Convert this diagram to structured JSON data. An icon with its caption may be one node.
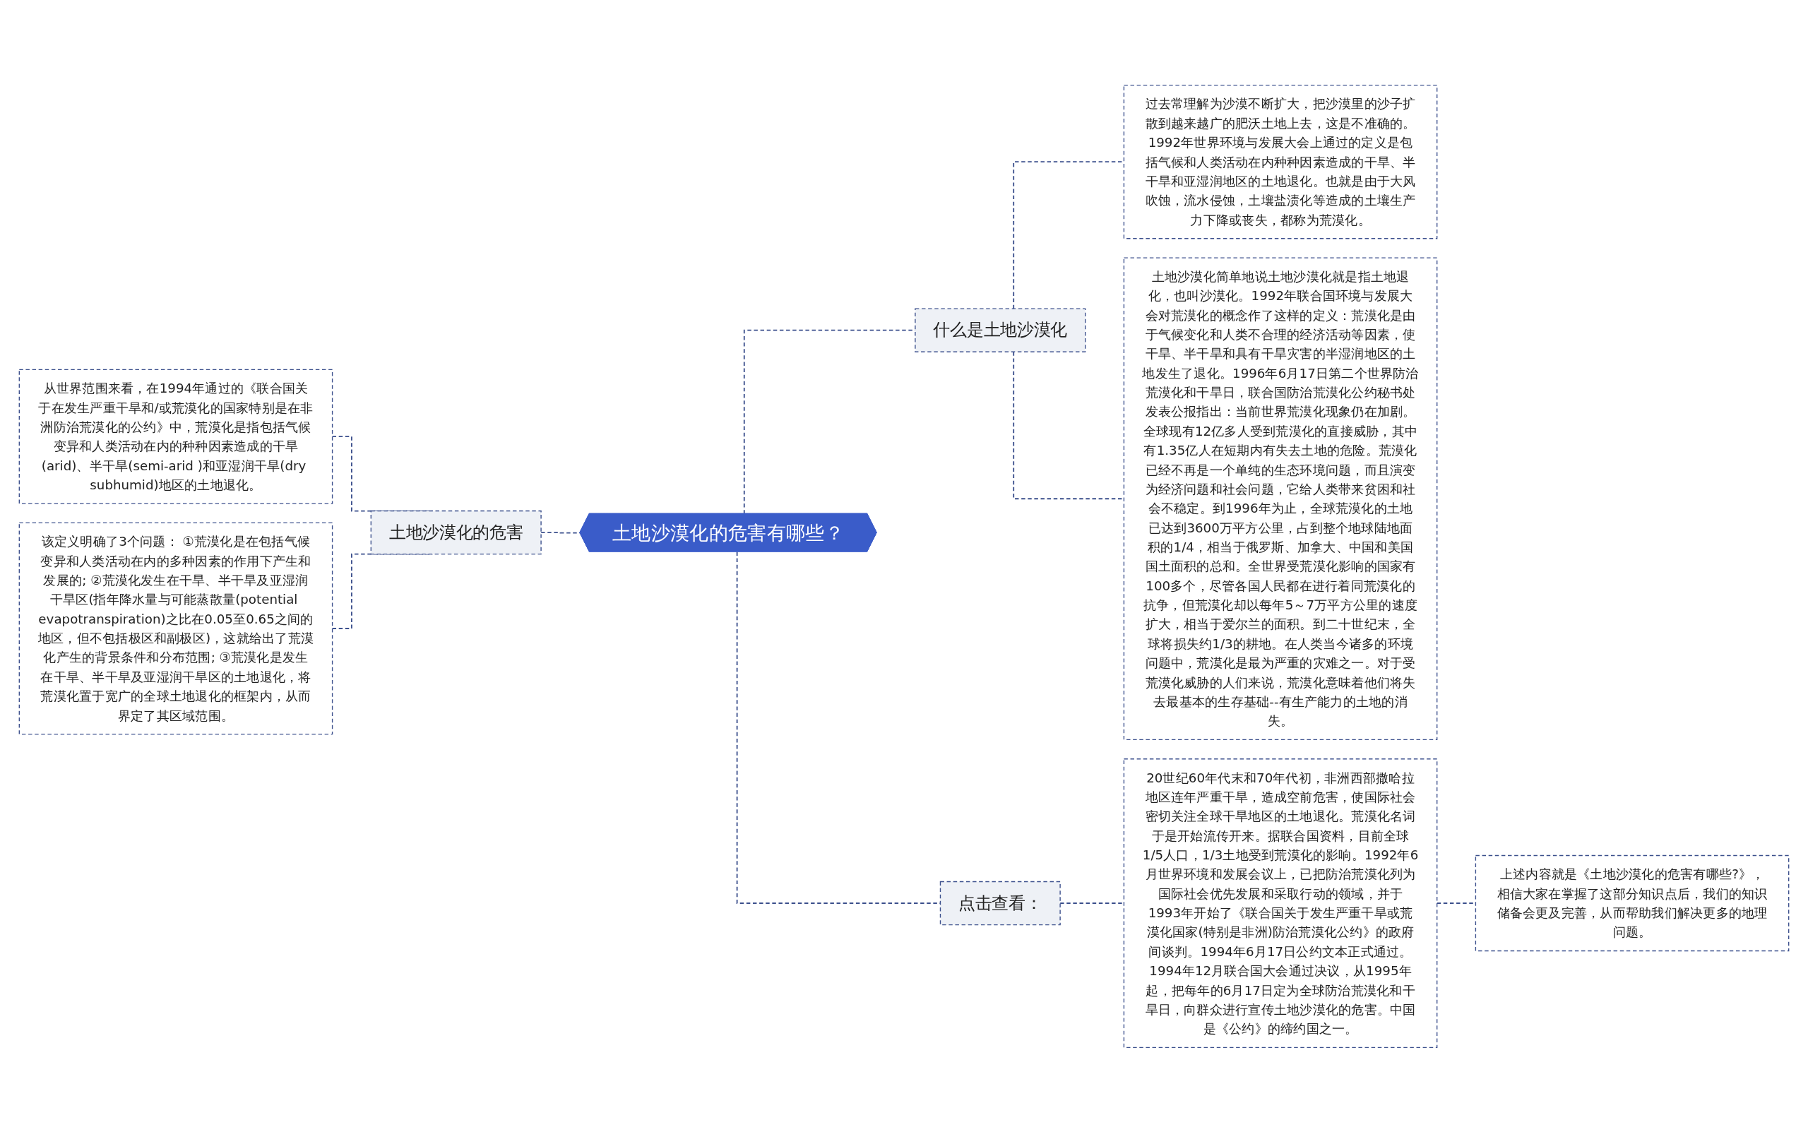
{
  "diagram": {
    "nodes": [
      {
        "text": [
          "土地沙漠化的危害有哪些？"
        ]
      },
      {
        "text": [
          "土地沙漠化的危害"
        ]
      },
      {
        "text": [
          "从世界范围来看，在1994年通过的《联合国关于在发生严重干旱和/或荒漠化的国家特别是在非洲防治荒漠化的公约》中，荒漠化是指包括气候变异和人类活动在内的种种因素造成的干旱(arid)、半干旱(semi-arid )和亚湿润干旱(dry subhumid)地区的土地退化。"
        ]
      },
      {
        "text": [
          "该定义明确了3个问题： ①荒漠化是在包括气候变异和人类活动在内的多种因素的作用下产生和发展的; ②荒漠化发生在干旱、半干旱及亚湿润干旱区(指年降水量与可能蒸散量(potential evapotranspiration)之比在0.05至0.65之间的地区，但不包括极区和副极区)，这就给出了荒漠化产生的背景条件和分布范围; ③荒漠化是发生在干旱、半干旱及亚湿润干旱区的土地退化，将荒漠化置于宽广的全球土地退化的框架内，从而界定了其区域范围。"
        ]
      },
      {
        "text": [
          "什么是土地沙漠化"
        ]
      },
      {
        "text": [
          "过去常理解为沙漠不断扩大，把沙漠里的沙子扩散到越来越广的肥沃土地上去，这是不准确的。1992年世界环境与发展大会上通过的定义是包括气候和人类活动在内种种因素造成的干旱、半干旱和亚湿润地区的土地退化。也就是由于大风吹蚀，流水侵蚀，土壤盐渍化等造成的土壤生产力下降或丧失，都称为荒漠化。"
        ]
      },
      {
        "text": [
          "土地沙漠化简单地说土地沙漠化就是指土地退化，也叫沙漠化。1992年联合国环境与发展大会对荒漠化的概念作了这样的定义：荒漠化是由于气候变化和人类不合理的经济活动等因素，使干旱、半干旱和具有干旱灾害的半湿润地区的土地发生了退化。1996年6月17日第二个世界防治荒漠化和干旱日，联合国防治荒漠化公约秘书处发表公报指出：当前世界荒漠化现象仍在加剧。全球现有12亿多人受到荒漠化的直接威胁，其中有1.35亿人在短期内有失去土地的危险。荒漠化已经不再是一个单纯的生态环境问题，而且演变为经济问题和社会问题，它给人类带来贫困和社会不稳定。到1996年为止，全球荒漠化的土地已达到3600万平方公里，占到整个地球陆地面积的1/4，相当于俄罗斯、加拿大、中国和美国国土面积的总和。全世界受荒漠化影响的国家有100多个，尽管各国人民都在进行着同荒漠化的抗争，但荒漠化却以每年5～7万平方公里的速度扩大，相当于爱尔兰的面积。到二十世纪末，全球将损失约1/3的耕地。在人类当今诸多的环境问题中，荒漠化是最为严重的灾难之一。对于受荒漠化威胁的人们来说，荒漠化意味着他们将失去最基本的生存基础--有生产能力的土地的消失。"
        ]
      },
      {
        "text": [
          "点击查看："
        ]
      },
      {
        "text": [
          "20世纪60年代末和70年代初，非洲西部撒哈拉地区连年严重干旱，造成空前危害，使国际社会密切关注全球干旱地区的土地退化。荒漠化名词于是开始流传开来。据联合国资料，目前全球1/5人口，1/3土地受到荒漠化的影响。1992年6月世界环境和发展会议上，已把防治荒漠化列为国际社会优先发展和采取行动的领域，并于1993年开始了《联合国关于发生严重干旱或荒漠化国家(特别是非洲)防治荒漠化公约》的政府间谈判。1994年6月17日公约文本正式通过。1994年12月联合国大会通过决议，从1995年起，把每年的6月17日定为全球防治荒漠化和干旱日，向群众进行宣传土地沙漠化的危害。中国是《公约》的缔约国之一。"
        ]
      },
      {
        "text": [
          "上述内容就是《土地沙漠化的危害有哪些?》，相信大家在掌握了这部分知识点后，我们的知识储备会更及完善，从而帮助我们解决更多的地理问题。"
        ]
      }
    ],
    "edges": [
      {
        "from": 0,
        "to": 1,
        "arrow": "none",
        "style": "dashed"
      },
      {
        "from": 1,
        "to": 2,
        "arrow": "none",
        "style": "dashed"
      },
      {
        "from": 1,
        "to": 3,
        "arrow": "none",
        "style": "dashed"
      },
      {
        "from": 0,
        "to": 4,
        "arrow": "none",
        "style": "dashed"
      },
      {
        "from": 4,
        "to": 5,
        "arrow": "none",
        "style": "dashed"
      },
      {
        "from": 4,
        "to": 6,
        "arrow": "none",
        "style": "dashed"
      },
      {
        "from": 0,
        "to": 7,
        "arrow": "none",
        "style": "dashed"
      },
      {
        "from": 7,
        "to": 8,
        "arrow": "none",
        "style": "dashed"
      },
      {
        "from": 8,
        "to": 9,
        "arrow": "none",
        "style": "dashed"
      }
    ]
  }
}
